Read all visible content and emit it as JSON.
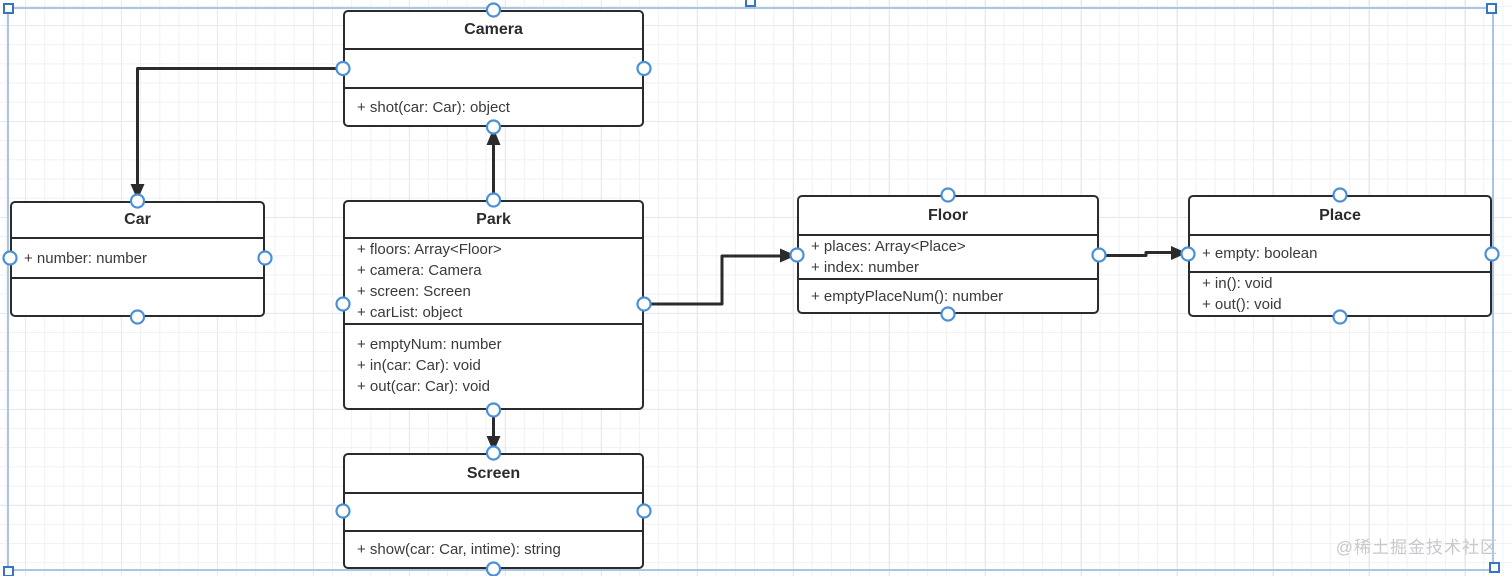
{
  "canvas": {
    "watermark": "@稀土掘金技术社区",
    "accent_blue": "#4a90d9",
    "selection_blue": "#abc6e5",
    "box_border": "#2b2b2d",
    "line_color": "#2b2b2d"
  },
  "classes": [
    {
      "name": "Camera",
      "attributes": [],
      "methods": [
        "+ shot(car: Car): object"
      ]
    },
    {
      "name": "Car",
      "attributes": [
        "+ number: number"
      ],
      "methods": []
    },
    {
      "name": "Park",
      "attributes": [
        "+ floors: Array<Floor>",
        "+ camera: Camera",
        "+ screen: Screen",
        "+ carList: object"
      ],
      "methods": [
        "+ emptyNum: number",
        "+ in(car: Car): void",
        "+ out(car: Car): void"
      ]
    },
    {
      "name": "Floor",
      "attributes": [
        "+ places: Array<Place>",
        "+ index: number"
      ],
      "methods": [
        "+ emptyPlaceNum(): number"
      ]
    },
    {
      "name": "Place",
      "attributes": [
        "+ empty: boolean"
      ],
      "methods": [
        "+ in(): void",
        "+ out(): void"
      ]
    },
    {
      "name": "Screen",
      "attributes": [],
      "methods": [
        "+ show(car: Car, intime): string"
      ]
    }
  ],
  "relations": [
    {
      "from": "Camera",
      "to": "Car",
      "type": "arrow"
    },
    {
      "from": "Park",
      "to": "Camera",
      "type": "arrow"
    },
    {
      "from": "Park",
      "to": "Floor",
      "type": "arrow"
    },
    {
      "from": "Floor",
      "to": "Place",
      "type": "arrow"
    },
    {
      "from": "Park",
      "to": "Screen",
      "type": "arrow"
    }
  ]
}
